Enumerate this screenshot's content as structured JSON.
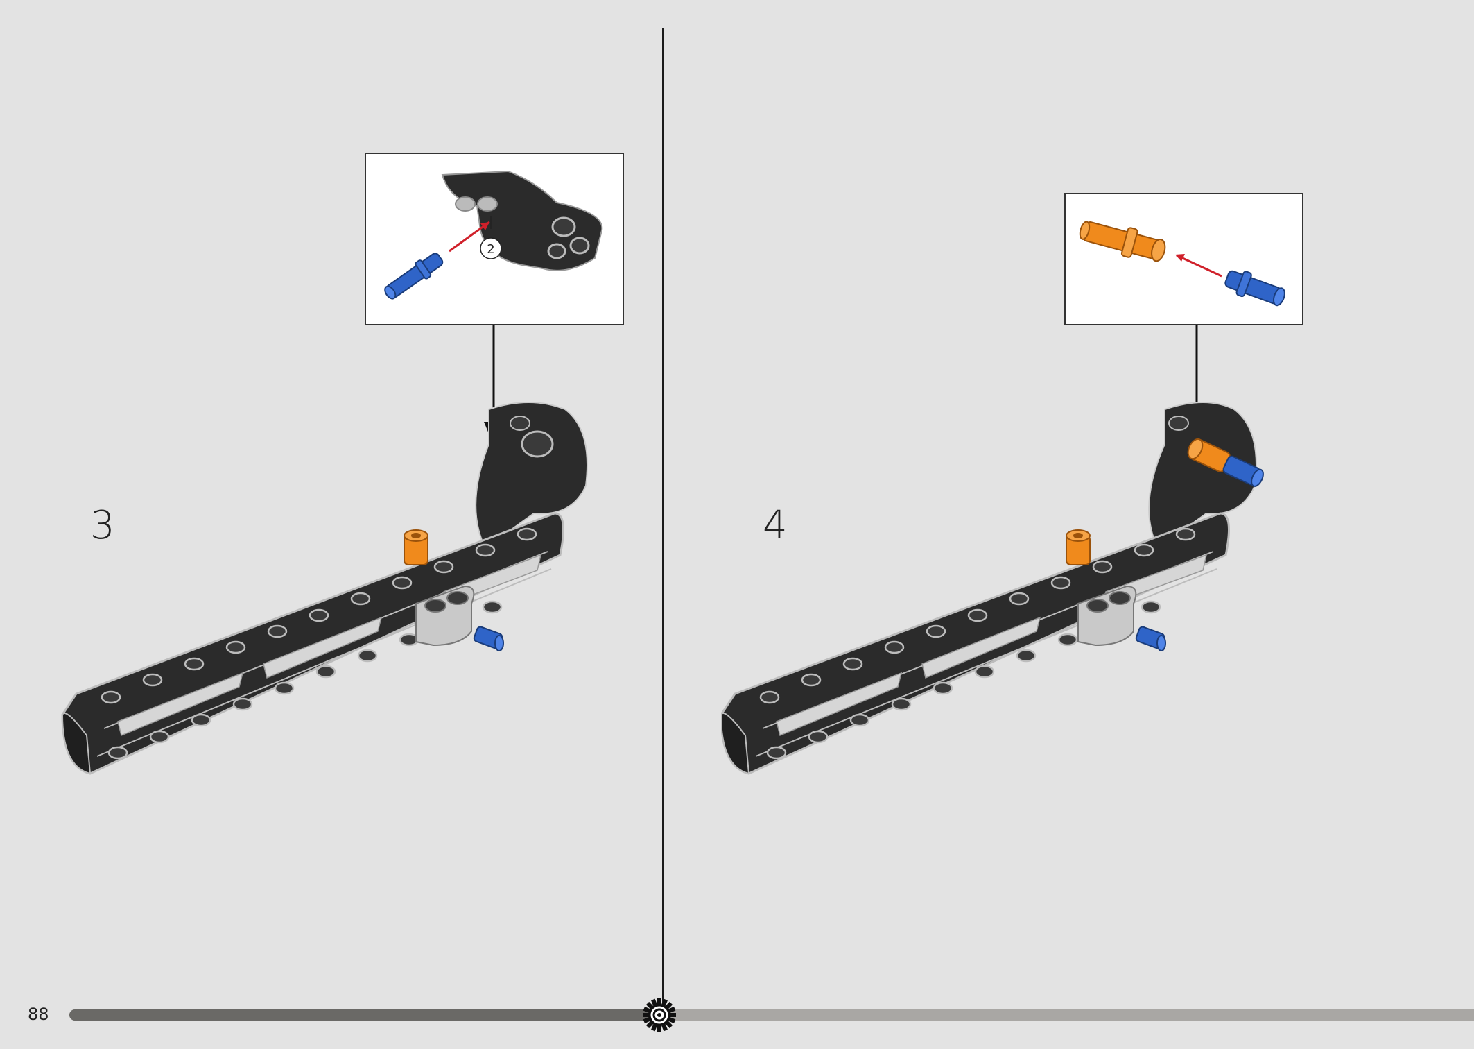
{
  "page": {
    "number": "88",
    "progress": 0.42
  },
  "steps": [
    {
      "number": "3",
      "callout_count_label": "2"
    },
    {
      "number": "4"
    }
  ],
  "colors": {
    "background": "#e3e3e3",
    "beam_dark": "#2b2b2b",
    "beam_edge": "#bcbcbc",
    "pin_blue": "#2f64c8",
    "pin_orange": "#f08a1c",
    "connector_grey": "#c9c9c9",
    "insert_arrow_red": "#d0202a",
    "progress_fill": "#6a6966",
    "progress_track": "#a9a7a4"
  },
  "icons": [
    "gear-icon"
  ]
}
